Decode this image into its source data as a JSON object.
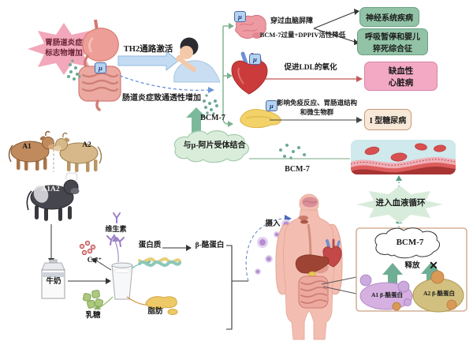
{
  "mu_receptor": "μ",
  "gut_section": {
    "alert_line1": "胃肠道炎症",
    "alert_line2": "标志物增加",
    "th2_pathway": "TH2通路激活",
    "permeability": "肠道炎症致通透性增加"
  },
  "bcm7_effects": {
    "bcm7_label": "BCM-7",
    "receptor_binding": "与μ-阿片受体结合",
    "brain": {
      "cross_bbb": "穿过血脑屏障",
      "excess": "BCM-7过量+DPPIV活性降低",
      "neuro_disease": "神经系统疾病",
      "apnea_line1": "呼吸暂停和婴儿",
      "apnea_line2": "猝死综合征"
    },
    "heart": {
      "ldl_oxidation": "促进LDL的氧化",
      "ischemic_line1": "缺血性",
      "ischemic_line2": "心脏病"
    },
    "pancreas": {
      "effect_line1": "影响免疫反应、胃肠道结构",
      "effect_line2": "和微生物群",
      "diabetes": "I 型糖尿病"
    },
    "vessel_bcm7": "BCM-7",
    "enter_circulation": "进入血液循环"
  },
  "cows": {
    "a1": "A1",
    "a2": "A2",
    "hybrid": "A1A2"
  },
  "milk_section": {
    "milk": "牛奶",
    "vitamins": "维生素",
    "calcium": "Ca²⁺",
    "protein": "蛋白质",
    "beta_casein": "β-酪蛋白",
    "lactose": "乳糖",
    "fat": "脂肪"
  },
  "human_section": {
    "ingestion": "摄入"
  },
  "release_box": {
    "bcm7": "BCM-7",
    "release": "释放",
    "blocked": "✕",
    "a1_casein": "A1 β-酪蛋白",
    "a2_casein": "A2 β-酪蛋白"
  },
  "colors": {
    "arrow_green": "#7cb99c",
    "box_green": "#92c3a7",
    "box_pink": "#f3a9c3",
    "box_beige": "#f8e8d8",
    "burst_pink": "#f2a8ba",
    "burst_green": "#d8ecdb",
    "vessel_lumen": "#cfe9ec",
    "blood_cell": "#d85050"
  }
}
